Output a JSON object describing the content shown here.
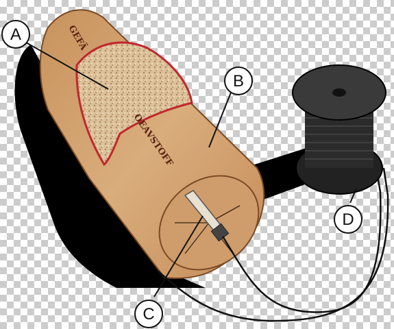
{
  "labels": {
    "a": "A",
    "b": "B",
    "c": "C",
    "d": "D"
  },
  "stamp_text": {
    "top": "GEFÄ",
    "side": "OEAVSTOFF"
  },
  "colors": {
    "stick": "#d4a575",
    "stick_shade": "#b07a4a",
    "cut_edge": "#c0272d",
    "filling": "#d8b98c",
    "shadow": "#000000",
    "spool": "#2b2b2b",
    "end_cap": "#c99668"
  }
}
